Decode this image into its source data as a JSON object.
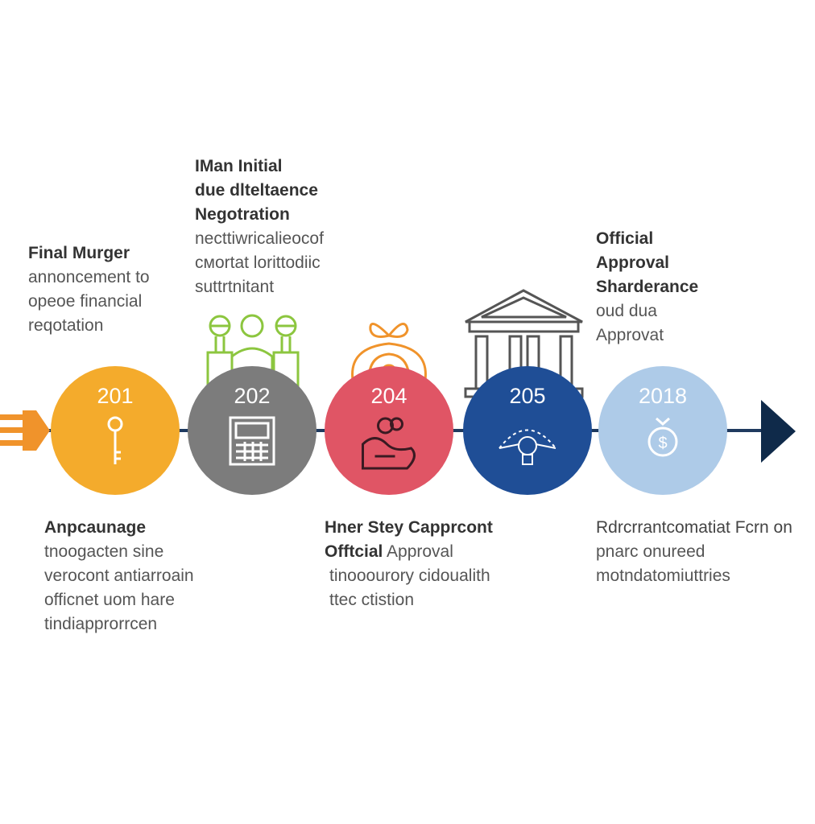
{
  "colors": {
    "line": "#1f3a5f",
    "yellow": "#f4ab2c",
    "gray": "#7c7c7c",
    "red": "#e05565",
    "blue": "#1f4e96",
    "lightblue": "#aecbe8",
    "green": "#8cc63f",
    "orange": "#f0932b"
  },
  "milestones": [
    {
      "year": "201",
      "icon": "key-icon"
    },
    {
      "year": "202",
      "icon": "calculator-icon"
    },
    {
      "year": "204",
      "icon": "handshake-icon"
    },
    {
      "year": "205",
      "icon": "lightbulb-icon"
    },
    {
      "year": "2018",
      "icon": "money-bag-icon"
    }
  ],
  "top_labels": [
    {
      "title": "Final Murger",
      "lines": [
        "annoncement to",
        "opeoe financial",
        "reqotation"
      ]
    },
    {
      "title_lines": [
        "IMan Initial",
        "due dlteltaence",
        "Negotration"
      ],
      "lines": [
        "necttiwricalieocof",
        "cмortat lorittodiic",
        "suttrtnitant"
      ]
    },
    {
      "title_lines": [
        "Official",
        "Approval",
        "Sharderance"
      ],
      "lines": [
        "oud dua",
        "Approvat"
      ]
    }
  ],
  "bottom_labels": [
    {
      "title": "Anpcaunage",
      "lines": [
        "tnoogacten sine",
        "verocont antiarroain",
        "officnet uom hare",
        "tindiapprorrcen"
      ]
    },
    {
      "title": "Hner Stey Capprcont",
      "title2": "Offtcial",
      "title2_rest": " Approval",
      "lines": [
        "tinooourory cidoualith",
        "ttec ctistion"
      ]
    },
    {
      "title": "Rdrcrrantcomatiat Fcrn on",
      "lines": [
        "pnarc onureed",
        "motndatomiuttries"
      ]
    }
  ]
}
